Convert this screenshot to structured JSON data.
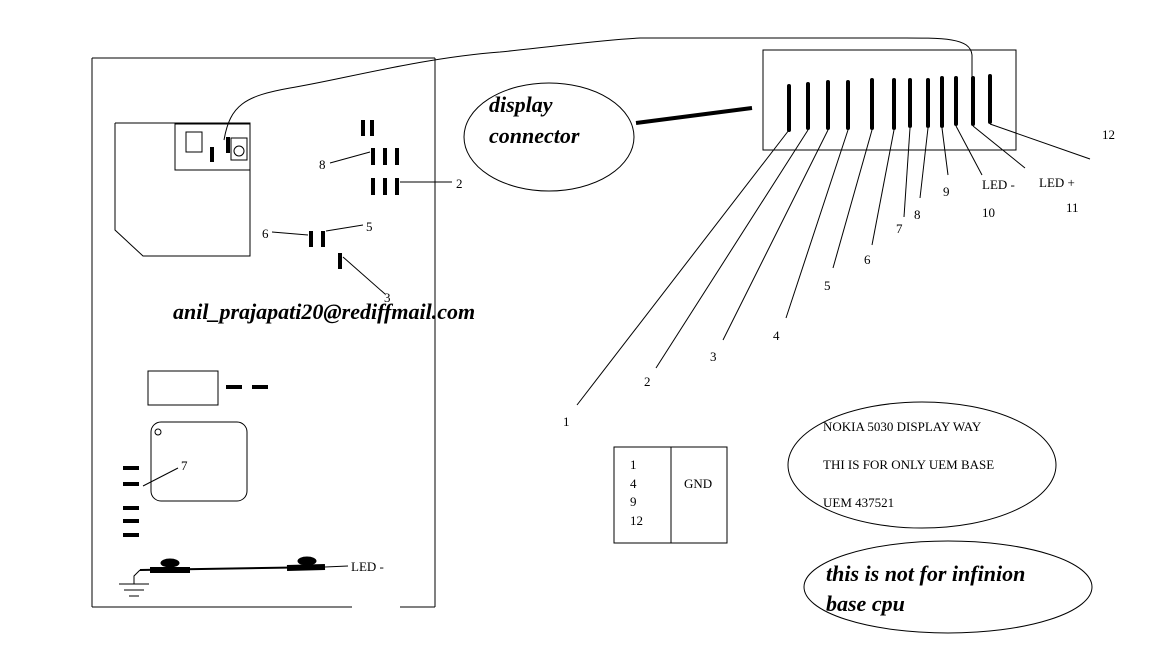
{
  "diagram": {
    "display_connector_label": [
      "display",
      "connector"
    ],
    "email": "anil_prajapati20@rediffmail.com",
    "pin_labels": {
      "p1": "1",
      "p2": "2",
      "p3": "3",
      "p4": "4",
      "p5": "5",
      "p6": "6",
      "p7": "7",
      "p8": "8",
      "p9": "9",
      "p10": "10",
      "p11": "11",
      "p12": "12",
      "led_minus": "LED -",
      "led_plus": "LED +"
    },
    "board_labels": {
      "b8": "8",
      "b2": "2",
      "b6": "6",
      "b5": "5",
      "b3": "3",
      "b7": "7",
      "led_minus": "LED -"
    },
    "gnd_box": {
      "pins": [
        "1",
        "4",
        "9",
        "12"
      ],
      "label": "GND"
    },
    "info": {
      "line1": "NOKIA 5030 DISPLAY WAY",
      "line2": "THI IS FOR ONLY UEM BASE",
      "line3": "UEM  437521"
    },
    "warning": [
      "this is not for infinion",
      "base cpu"
    ]
  }
}
